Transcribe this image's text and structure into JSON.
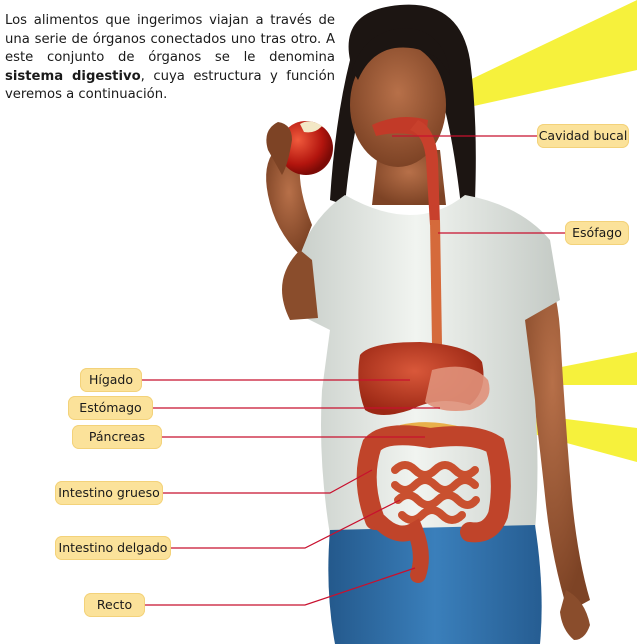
{
  "intro": {
    "part1": "Los alimentos que ingerimos viajan a través de una serie de órganos conectados uno tras otro. A este conjunto de órganos se le denomina ",
    "bold": "sistema digestivo",
    "part2": ", cuya estructura y función veremos a continuación."
  },
  "labels": {
    "cavidad_bucal": "Cavidad bucal",
    "esofago": "Esófago",
    "higado": "Hígado",
    "estomago": "Estómago",
    "pancreas": "Páncreas",
    "intestino_grueso": "Intestino grueso",
    "intestino_delgado": "Intestino delgado",
    "recto": "Recto"
  },
  "colors": {
    "label_bg": "#fbe29a",
    "leader_line": "#c8102e",
    "beam": "#f4ee1a",
    "skin": "#9c5a36",
    "shirt": "#e6ebe6",
    "jeans": "#2f6fa8",
    "hair": "#1c1512",
    "organ": "#b8361f"
  },
  "icons": [
    "apple-icon"
  ]
}
